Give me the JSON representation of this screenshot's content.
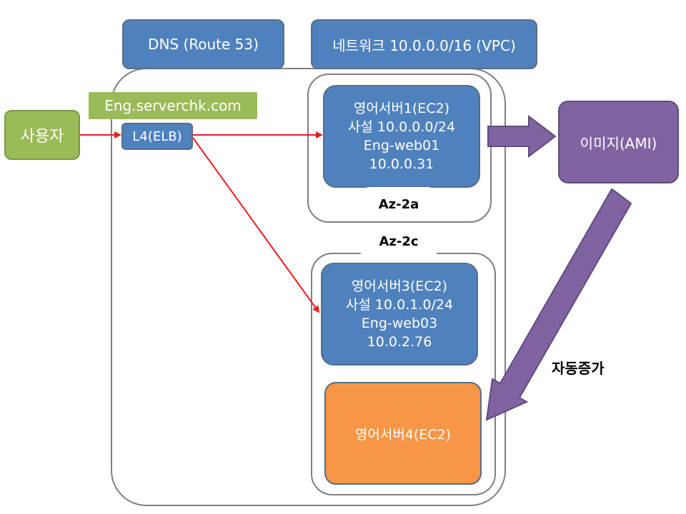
{
  "dns_label": "DNS (Route 53)",
  "vpc_label": "네트워크 10.0.0.0/16 (VPC)",
  "domain_label": "Eng.serverchk.com",
  "user_label": "사용자",
  "elb_label": "L4(ELB)",
  "server1": [
    "영어서버1(EC2)",
    "사설 10.0.0.0/24",
    "Eng-web01",
    "10.0.0.31"
  ],
  "server3": [
    "영어서버3(EC2)",
    "사설 10.0.1.0/24",
    "Eng-web03",
    "10.0.2.76"
  ],
  "server4": "영어서버4(EC2)",
  "ami_label": "이미지(AMI)",
  "az_a": "Az-2a",
  "az_c": "Az-2c",
  "autoscale_label": "자동증가",
  "colors": {
    "blue": "#4f81bd",
    "green": "#9bbb59",
    "purple": "#8064a2",
    "orange": "#f79646",
    "arrow_red": "#ee1c1c"
  }
}
